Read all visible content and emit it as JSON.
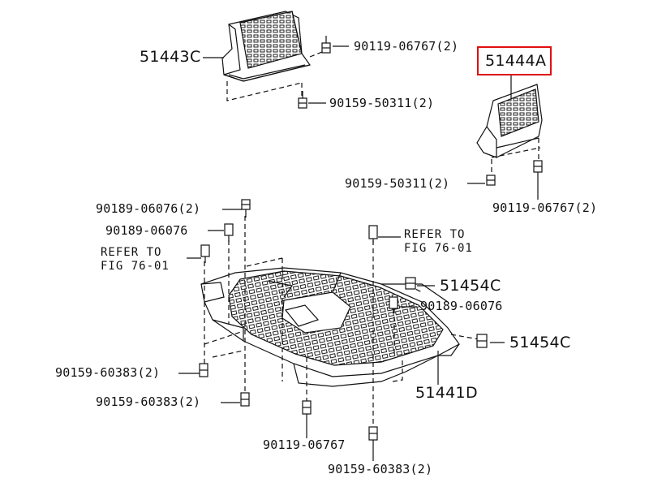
{
  "labels": {
    "p51443C": "51443C",
    "p51444A": "51444A",
    "p51441D": "51441D",
    "p51454C_a": "51454C",
    "p51454C_b": "51454C",
    "b90119_06767_2_top": "90119-06767(2)",
    "b90159_50311_2_top": "90159-50311(2)",
    "b90159_50311_2_right": "90159-50311(2)",
    "b90119_06767_2_right": "90119-06767(2)",
    "b90189_06076_2": "90189-06076(2)",
    "b90189_06076_a": "90189-06076",
    "b90189_06076_b": "90189-06076",
    "b90159_60383_2_a": "90159-60383(2)",
    "b90159_60383_2_b": "90159-60383(2)",
    "b90159_60383_2_c": "90159-60383(2)",
    "b90119_06767_bottom": "90119-06767",
    "ref_left": "REFER TO\nFIG 76-01",
    "ref_right": "REFER TO\nFIG 76-01"
  },
  "highlight_color": "#e01010",
  "line_color": "#111111"
}
